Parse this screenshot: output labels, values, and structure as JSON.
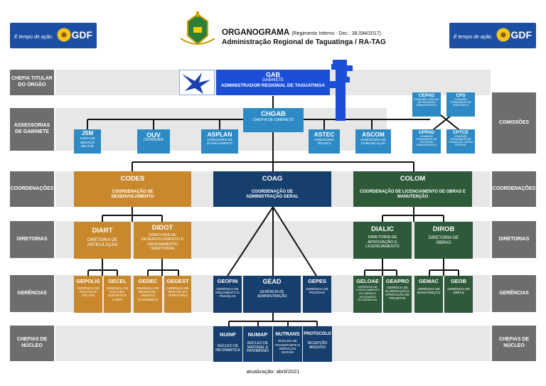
{
  "header": {
    "title": "ORGANOGRAMA",
    "regiment": "(Regimento Interno - Dec.: 38.094/2017)",
    "subtitle": "Administração Regional de Taguatinga / RA-TAG",
    "gdf_tagline": "É tempo de ação.",
    "gdf_brand": "GDF"
  },
  "rows": {
    "chefia": "CHEFIA TITULAR DO ÓRGÃO",
    "assessorias": "ASSESSORIAS DE GABINETE",
    "comissoes": "COMISSÕES",
    "coord": "COORDENAÇÕES",
    "diret": "DIRETORIAS",
    "ger": "GERÊNCIAS",
    "nucleo": "CHEFIAS DE NÚCLEO"
  },
  "gab": {
    "code": "GAB",
    "line1": "GABINETE",
    "line2": "ADMINISTRADOR REGIONAL DE TAGUATINGA"
  },
  "chgab": {
    "code": "CHGAB",
    "desc": "CHEFIA DE GABINETE"
  },
  "assessorias": [
    {
      "code": "JSM",
      "desc": "JUNTA DE SERVIÇO MILITAR"
    },
    {
      "code": "OUV",
      "desc": "OUVIDORIA"
    },
    {
      "code": "ASPLAN",
      "desc": "ASSESSORIA DE PLANEJAMENTO"
    },
    {
      "code": "ASTEC",
      "desc": "ASSESSORIA TÉCNICA"
    },
    {
      "code": "ASCOM",
      "desc": "ASSESSORIA DE COMUNICAÇÃO"
    }
  ],
  "comissoes": [
    {
      "code": "CEPAD",
      "desc": "COMISSÃO ESPECIAL DE PROCESSO ADMINISTRATIVO"
    },
    {
      "code": "CPS",
      "desc": "COMISSÃO PERMANENTE DE SINDICÂNCIA"
    },
    {
      "code": "CPPAD",
      "desc": "COMISSÃO PERMANENTE DE PROCESSO ADMINISTRATIVO"
    },
    {
      "code": "CPTCE",
      "desc": "COMISSÃO PERMANENTE DE TOMADA DE CONTAS ESPECIAL"
    }
  ],
  "coordenacoes": [
    {
      "code": "CODES",
      "desc": "COORDENAÇÃO DE DESENVOLVIMENTO"
    },
    {
      "code": "COAG",
      "desc": "COORDENAÇÃO DE ADMINISTRAÇÃO GERAL"
    },
    {
      "code": "COLOM",
      "desc": "COORDENAÇÃO DE LICENCIAMENTO DE OBRAS E MANUTENÇÃO"
    }
  ],
  "diretorias": [
    {
      "code": "DIART",
      "desc": "DIRETORIA DE ARTICULAÇÃO"
    },
    {
      "code": "DIDOT",
      "desc": "DIRETORIA DE DESENVOLVIMENTO E ORDENAMENTO TERRITORIAL"
    },
    {
      "code": "DIALIC",
      "desc": "DIRETORIA DE APROVAÇÃO E LICENCIAMENTO"
    },
    {
      "code": "DIROB",
      "desc": "DIRETORIA DE OBRAS"
    }
  ],
  "gerencias": [
    {
      "code": "GEPOLIS",
      "desc": "GERÊNCIA DE POLÍTICAS SOCIAIS"
    },
    {
      "code": "GECEL",
      "desc": "GERÊNCIA DE CULTURA, ESPORTE E LAZER"
    },
    {
      "code": "GEDEC",
      "desc": "GERÊNCIA DE DESENVOL-VIMENTO ECONÔMICO"
    },
    {
      "code": "GEGEST",
      "desc": "GERÊNCIA DE GESTÃO DO TERRITÓRIO"
    },
    {
      "code": "GEOFIN",
      "desc": "GERÊNCIA DE ORÇAMENTO E FINANÇAS"
    },
    {
      "code": "GEAD",
      "desc": "GERÊNCIA DE ADMINISTRAÇÃO"
    },
    {
      "code": "GEPES",
      "desc": "GERÊNCIA DE PESSOAS"
    },
    {
      "code": "GELOAE",
      "desc": "GERÊNCIA DE LICENCIAMENTO DE OBRAS E ATIVIDADES ECONÔMICAS"
    },
    {
      "code": "GEAPRO",
      "desc": "GERÊNCIA DE ELABORAÇÃO E APROVAÇÃO DE PROJETOS"
    },
    {
      "code": "GEMAC",
      "desc": "GERÊNCIA DE MANUTENÇÃO"
    },
    {
      "code": "GEOB",
      "desc": "GERÊNCIA DE OBRAS"
    }
  ],
  "nucleos": [
    {
      "code": "NUINF",
      "desc": "NÚCLEO DE INFORMÁTICA"
    },
    {
      "code": "NUMAP",
      "desc": "NÚCLEO DE MATERIAL E PATRIMÔNIO"
    },
    {
      "code": "NUTRANS",
      "desc": "NÚCLEO DE TRANSPORTE E SERVIÇOS GERAIS"
    },
    {
      "code": "PROTOCOLO",
      "desc": "RECEPÇÃO ARQUIVO"
    }
  ],
  "footer": {
    "update": "atualização: abril/2021"
  },
  "colors": {
    "orange": "#c8882b",
    "navy": "#173f6d",
    "green": "#2e5a3a",
    "cyan": "#2d8ac4",
    "gab_blue": "#1c4fd8",
    "row_label": "#6d6d6d",
    "band": "#e7e7e7"
  }
}
